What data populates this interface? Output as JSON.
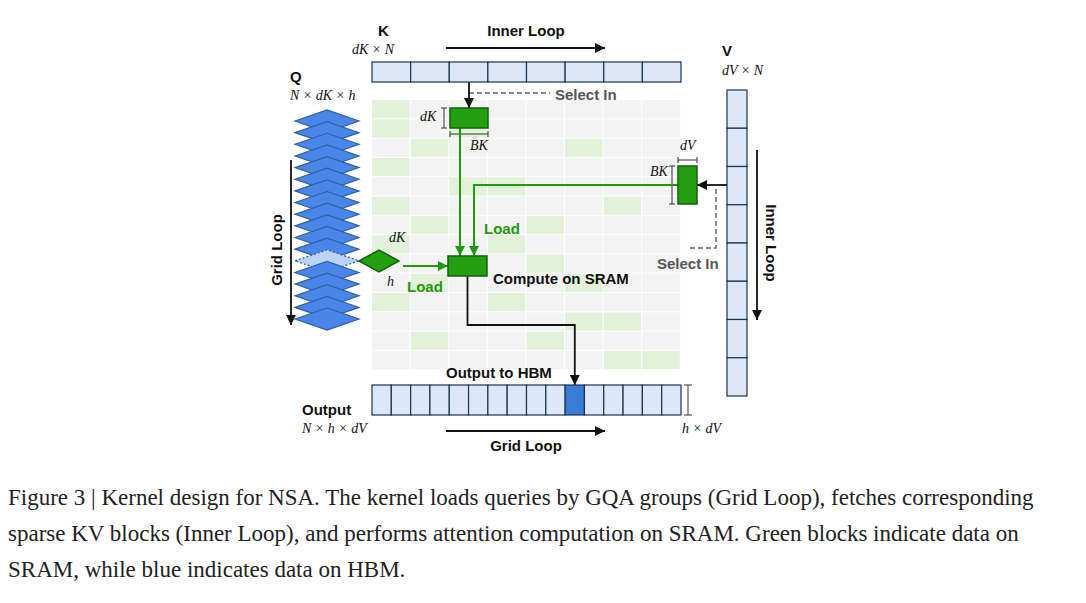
{
  "diagram": {
    "caption": "Figure 3 | Kernel design for NSA. The kernel loads queries by GQA groups (Grid Loop), fetches corresponding sparse KV blocks (Inner Loop), and performs attention computation on SRAM. Green blocks indicate data on SRAM, while blue indicates data on HBM.",
    "nodes": [
      {
        "text": [
          "K",
          "dK × N"
        ]
      },
      {
        "text": [
          "Q",
          "N × dK × h"
        ]
      },
      {
        "text": [
          "dK",
          "BK"
        ]
      },
      {
        "text": [
          "V",
          "dV × N"
        ]
      },
      {
        "text": [
          "dV",
          "BK"
        ]
      },
      {
        "text": [
          "dK",
          "h"
        ]
      },
      {
        "text": [
          "Compute on SRAM"
        ]
      },
      {
        "text": [
          "Output",
          "N × h × dV"
        ]
      }
    ],
    "edges": [
      {
        "from": 0,
        "to": 2,
        "arrow": "to",
        "label": "Select In"
      },
      {
        "from": 3,
        "to": 4,
        "arrow": "to",
        "label": "Select In"
      },
      {
        "from": 2,
        "to": 6,
        "arrow": "to"
      },
      {
        "from": 4,
        "to": 6,
        "arrow": "to",
        "label": "Load"
      },
      {
        "from": 5,
        "to": 6,
        "arrow": "to",
        "label": "Load"
      },
      {
        "from": 6,
        "to": 7,
        "arrow": "to",
        "label": "Output to HBM"
      }
    ],
    "labels": [
      "Inner Loop",
      "Inner Loop",
      "Grid Loop",
      "Grid Loop",
      "h × dV"
    ]
  }
}
